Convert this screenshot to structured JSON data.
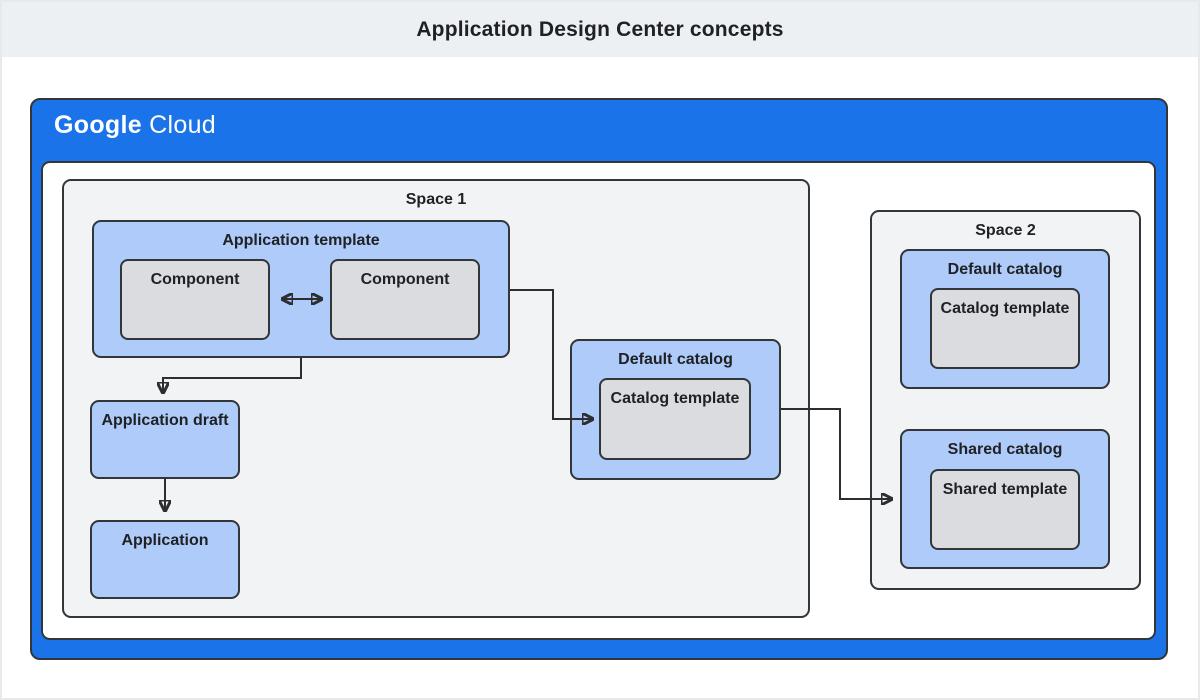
{
  "header": {
    "title": "Application Design Center concepts"
  },
  "brand": {
    "primary": "Google",
    "secondary": "Cloud"
  },
  "colors": {
    "google_blue": "#1a73e8",
    "light_blue_node": "#aecbfa",
    "gray_node": "#dadce0",
    "space_background": "#f1f3f4",
    "header_background": "#edf0f2",
    "outline": "#333639",
    "text": "#202124"
  },
  "space1": {
    "label": "Space 1",
    "application_template": {
      "label": "Application template",
      "components": [
        "Component",
        "Component"
      ]
    },
    "application_draft": {
      "label": "Application draft"
    },
    "application": {
      "label": "Application"
    },
    "default_catalog": {
      "label": "Default catalog",
      "catalog_template": {
        "label": "Catalog template"
      }
    }
  },
  "space2": {
    "label": "Space 2",
    "default_catalog": {
      "label": "Default catalog",
      "catalog_template": {
        "label": "Catalog template"
      }
    },
    "shared_catalog": {
      "label": "Shared catalog",
      "shared_template": {
        "label": "Shared template"
      }
    }
  }
}
